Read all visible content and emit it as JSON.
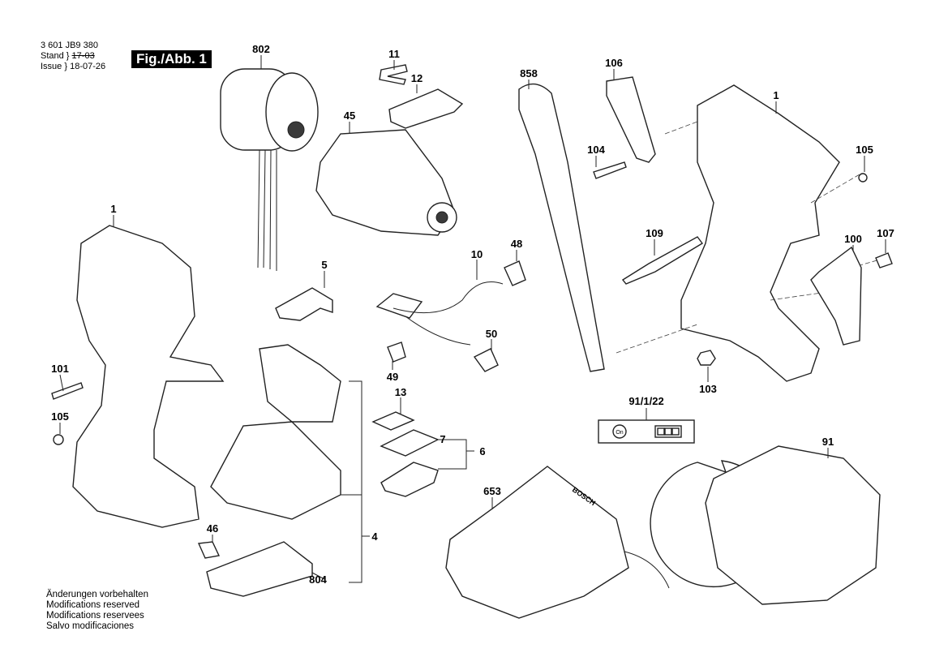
{
  "header": {
    "part_number": "3 601 JB9 380",
    "stand_label": "Stand",
    "stand_value": "17-03",
    "issue_label": "Issue",
    "issue_value": "18-07-26",
    "figure_label": "Fig./Abb. 1"
  },
  "callouts": [
    "802",
    "11",
    "12",
    "45",
    "858",
    "106",
    "1",
    "104",
    "105",
    "109",
    "100",
    "107",
    "1",
    "5",
    "10",
    "48",
    "50",
    "49",
    "101",
    "105",
    "13",
    "7",
    "6",
    "103",
    "91/1/22",
    "91",
    "653",
    "46",
    "4",
    "804"
  ],
  "battery_detail": {
    "on_label": "On",
    "charge_bars": 3
  },
  "charger_brand": "BOSCH",
  "footer": {
    "lines": [
      "Änderungen vorbehalten",
      "Modifications reserved",
      "Modifications reservees",
      "Salvo modificaciones"
    ]
  }
}
